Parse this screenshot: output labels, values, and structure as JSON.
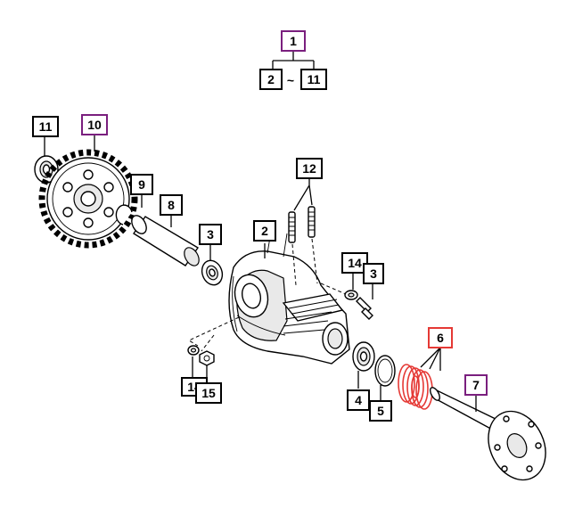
{
  "callouts": {
    "c1": {
      "label": "1"
    },
    "c2a": {
      "label": "2"
    },
    "tilde": {
      "label": "~"
    },
    "c11a": {
      "label": "11"
    },
    "c11": {
      "label": "11"
    },
    "c10": {
      "label": "10"
    },
    "c9": {
      "label": "9"
    },
    "c8": {
      "label": "8"
    },
    "c3": {
      "label": "3"
    },
    "c2": {
      "label": "2"
    },
    "c12": {
      "label": "12"
    },
    "c14": {
      "label": "14"
    },
    "c3b": {
      "label": "3"
    },
    "c6": {
      "label": "6"
    },
    "c7": {
      "label": "7"
    },
    "c4": {
      "label": "4"
    },
    "c5": {
      "label": "5"
    },
    "c14b": {
      "label": "14"
    },
    "c15": {
      "label": "15"
    }
  },
  "colors": {
    "default_box": "#000000",
    "highlight_box": "#7a1f7e",
    "selected_box": "#e53935",
    "selected_part": "#e53935"
  }
}
